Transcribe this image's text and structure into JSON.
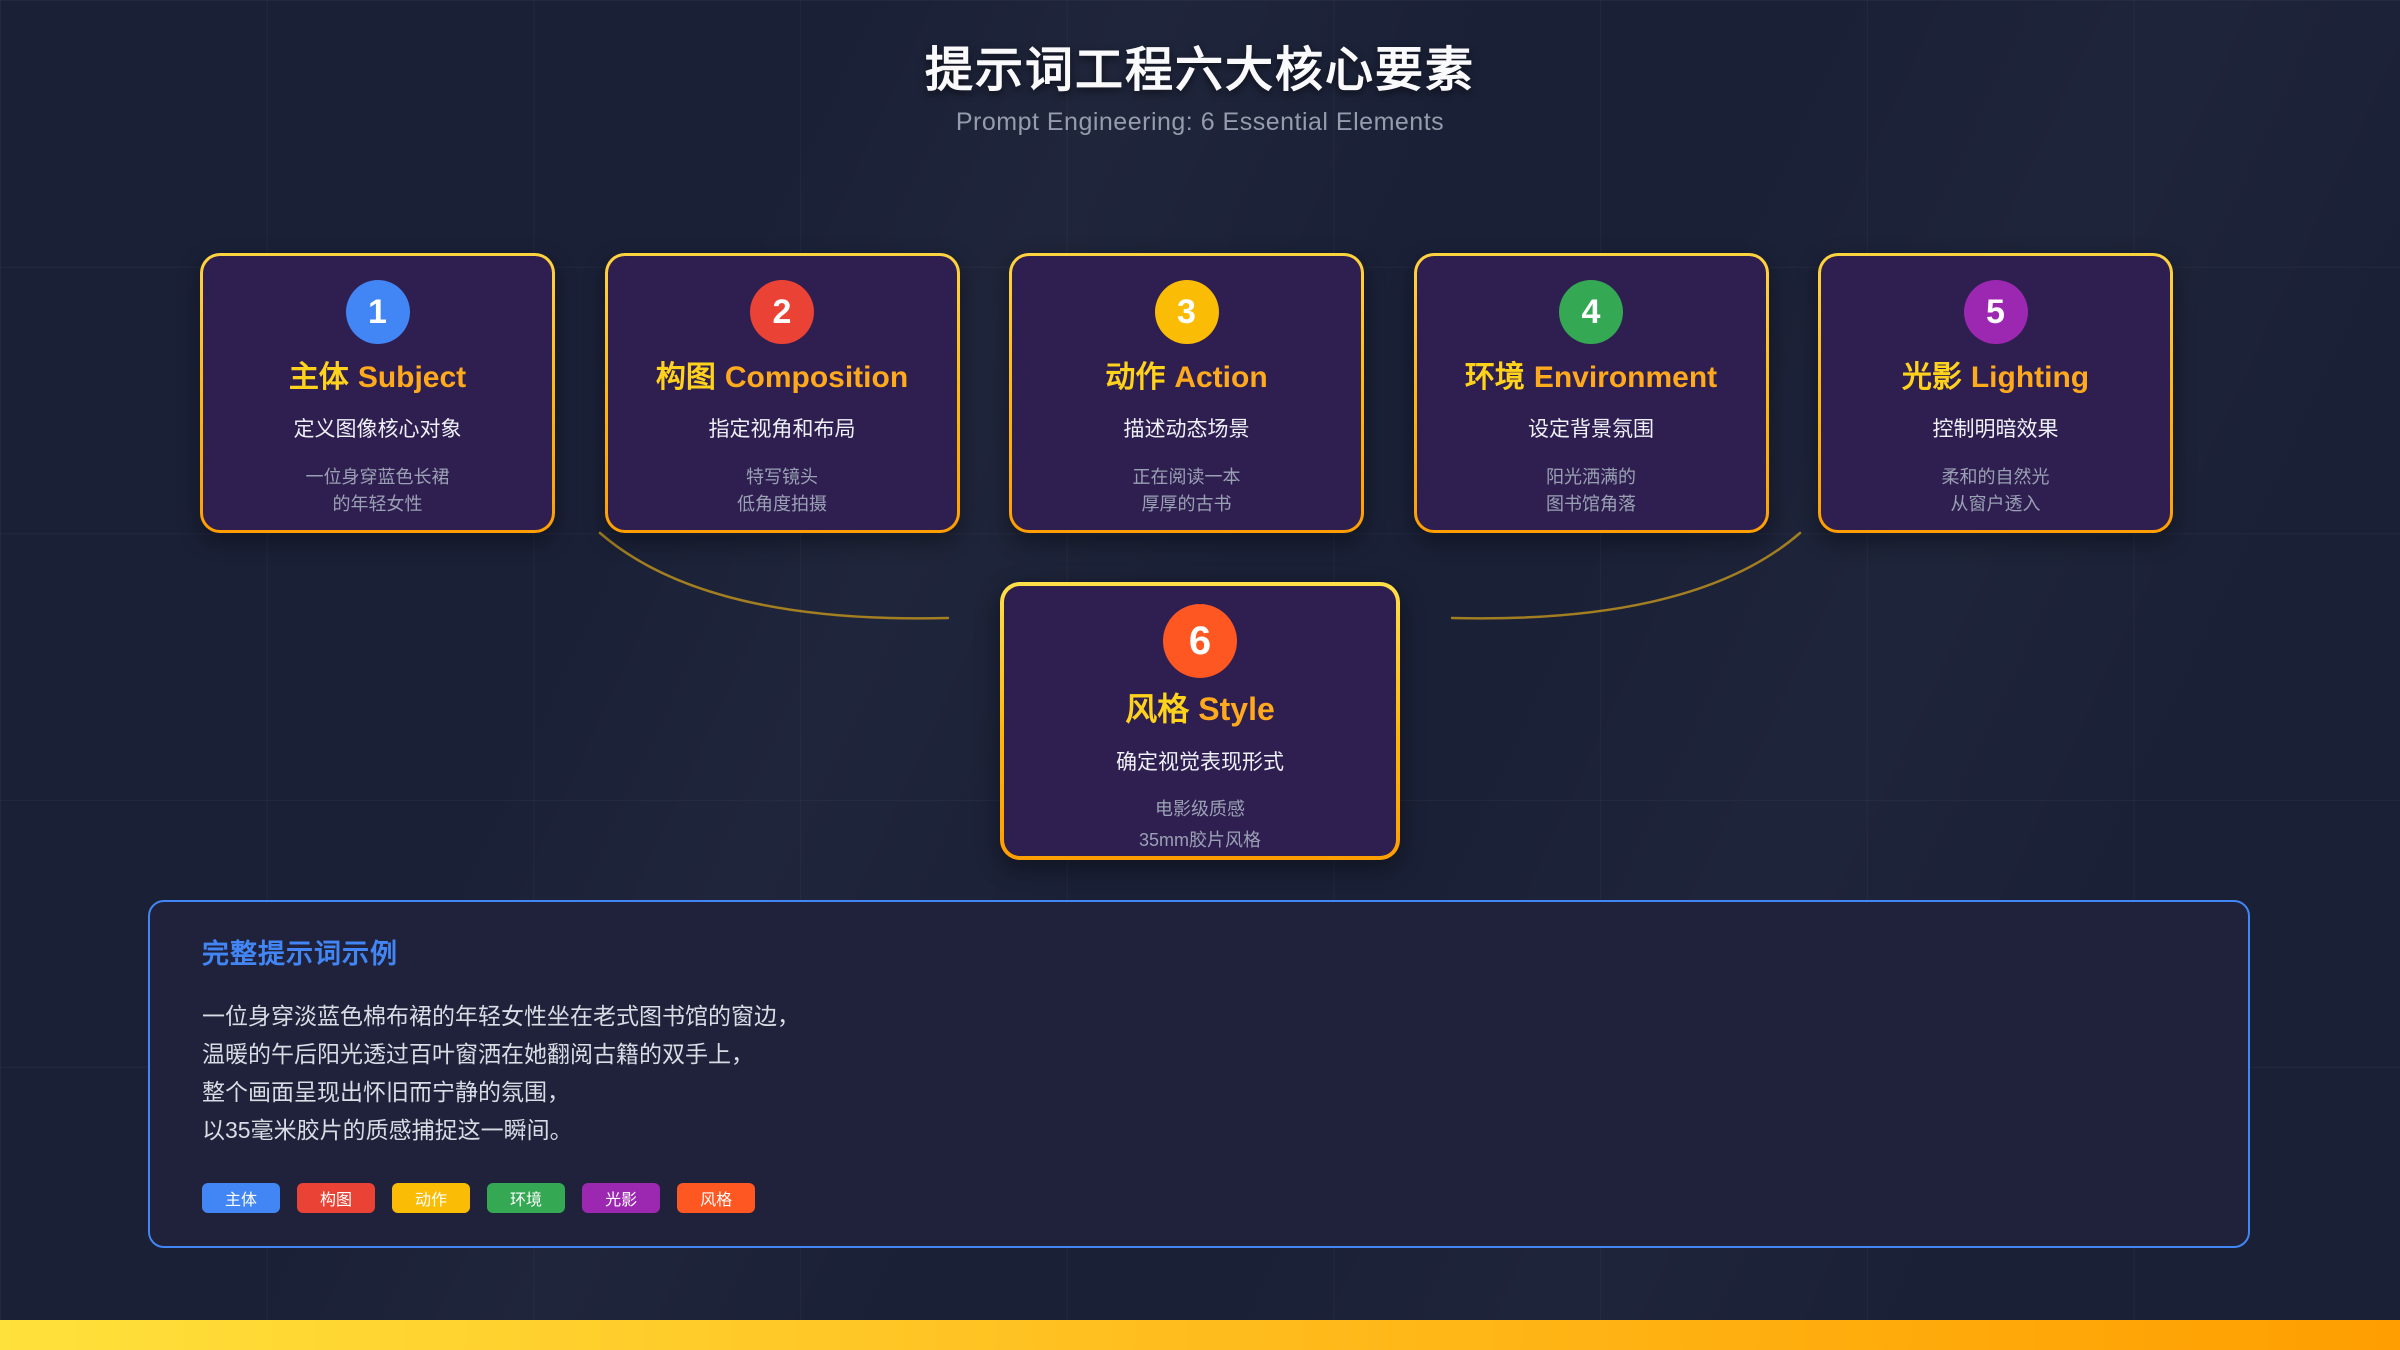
{
  "page": {
    "title": "提示词工程六大核心要素",
    "subtitle": "Prompt Engineering: 6 Essential Elements"
  },
  "cards": [
    {
      "number": "1",
      "zh": "主体",
      "en": "Subject",
      "desc": "定义图像核心对象",
      "example_line1": "一位身穿蓝色长裙",
      "example_line2": "的年轻女性",
      "color": "#4285F4"
    },
    {
      "number": "2",
      "zh": "构图",
      "en": "Composition",
      "desc": "指定视角和布局",
      "example_line1": "特写镜头",
      "example_line2": "低角度拍摄",
      "color": "#EA4335"
    },
    {
      "number": "3",
      "zh": "动作",
      "en": "Action",
      "desc": "描述动态场景",
      "example_line1": "正在阅读一本",
      "example_line2": "厚厚的古书",
      "color": "#FBBC05"
    },
    {
      "number": "4",
      "zh": "环境",
      "en": "Environment",
      "desc": "设定背景氛围",
      "example_line1": "阳光洒满的",
      "example_line2": "图书馆角落",
      "color": "#34A853"
    },
    {
      "number": "5",
      "zh": "光影",
      "en": "Lighting",
      "desc": "控制明暗效果",
      "example_line1": "柔和的自然光",
      "example_line2": "从窗户透入",
      "color": "#9C27B0"
    },
    {
      "number": "6",
      "zh": "风格",
      "en": "Style",
      "desc": "确定视觉表现形式",
      "example_line1": "电影级质感",
      "example_line2": "35mm胶片风格",
      "color": "#FF5722"
    }
  ],
  "example_box": {
    "title": "完整提示词示例",
    "lines": [
      "一位身穿淡蓝色棉布裙的年轻女性坐在老式图书馆的窗边，",
      "温暖的午后阳光透过百叶窗洒在她翻阅古籍的双手上，",
      "整个画面呈现出怀旧而宁静的氛围，",
      "以35毫米胶片的质感捕捉这一瞬间。"
    ],
    "tags": [
      {
        "label": "主体",
        "color": "#4285F4"
      },
      {
        "label": "构图",
        "color": "#EA4335"
      },
      {
        "label": "动作",
        "color": "#FBBC05"
      },
      {
        "label": "环境",
        "color": "#34A853"
      },
      {
        "label": "光影",
        "color": "#9C27B0"
      },
      {
        "label": "风格",
        "color": "#FF5722"
      }
    ]
  },
  "colors": {
    "page_background": "#1A2036",
    "card_background": "#2F1E50",
    "card_border_gradient_start": "#FFD341",
    "card_border_gradient_end": "#FF9E00",
    "card_title_zh": "#FFD21B",
    "card_title_en": "#FFA91C",
    "example_box_border": "#4285F4",
    "connector_line": "#BB8F1F",
    "bottom_bar_gradient_start": "#FFE13B",
    "bottom_bar_gradient_end": "#FF9E00"
  }
}
